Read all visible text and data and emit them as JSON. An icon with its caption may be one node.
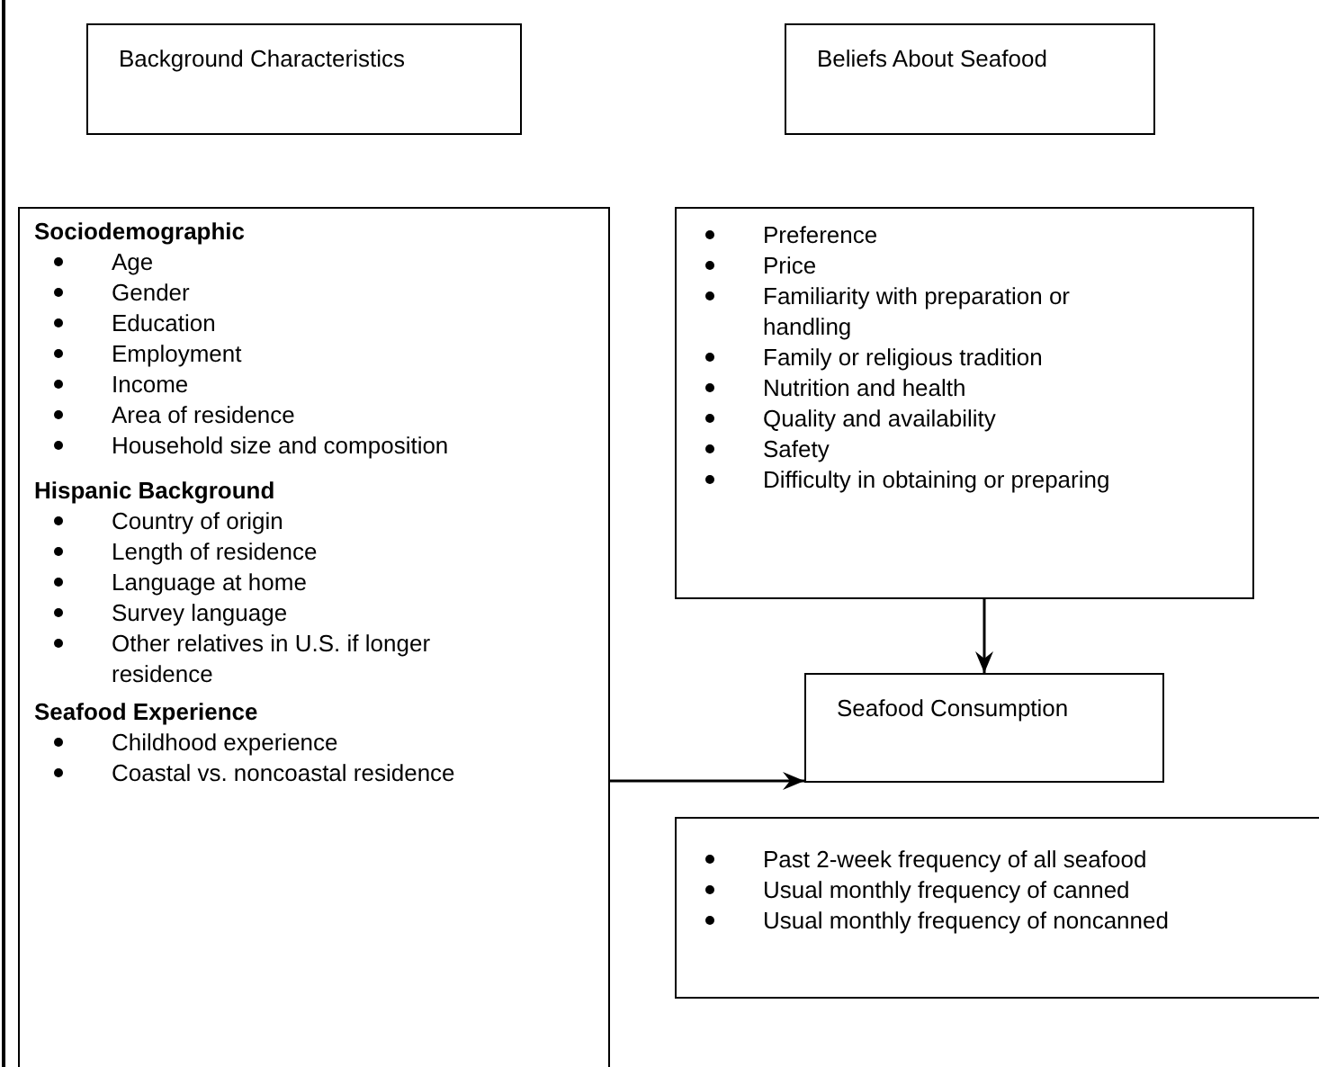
{
  "diagram": {
    "nodes": [
      {
        "text": [
          "Background Characteristics"
        ]
      },
      {
        "text": [
          "Beliefs About Seafood"
        ]
      },
      {
        "text": [
          "Sociodemographic",
          "Age",
          "Gender",
          "Education",
          "Employment",
          "Income",
          "Area of residence",
          "Household size and composition",
          "Hispanic Background",
          "Country of origin",
          "Length of residence",
          "Language at home",
          "Survey language",
          "Other relatives in U.S. if longer residence",
          "Seafood Experience",
          "Childhood experience",
          "Coastal vs. noncoastal residence"
        ]
      },
      {
        "text": [
          "Preference",
          "Price",
          "Familiarity with preparation or handling",
          "Family or religious tradition",
          "Nutrition and health",
          "Quality and availability",
          "Safety",
          "Difficulty in obtaining or preparing"
        ]
      },
      {
        "text": [
          "Seafood Consumption"
        ]
      },
      {
        "text": [
          "Past 2-week frequency of all seafood",
          "Usual monthly frequency of canned",
          "Usual monthly frequency of noncanned"
        ]
      }
    ],
    "edges": [
      {
        "from": 3,
        "to": 4,
        "arrow": "to"
      },
      {
        "from": 2,
        "to": 4,
        "arrow": "to"
      }
    ]
  }
}
